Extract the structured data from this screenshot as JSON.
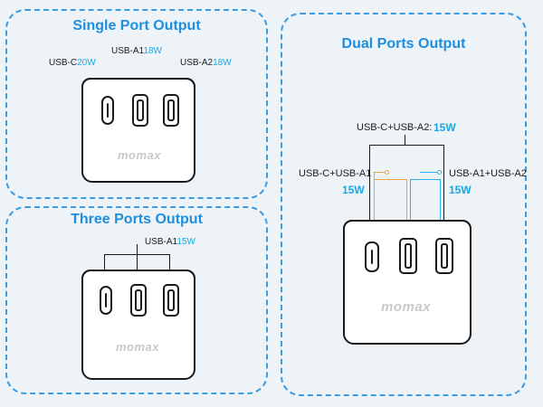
{
  "panels": {
    "single": {
      "title": "Single Port Output",
      "labels": {
        "usbc_name": "USB-C",
        "usbc_watt": "20W",
        "usba1_name": "USB-A1",
        "usba1_watt": "18W",
        "usba2_name": "USB-A2",
        "usba2_watt": "18W"
      }
    },
    "three": {
      "title": "Three Ports Output",
      "labels": {
        "usba1_name": "USB-A1",
        "usba1_watt": "15W"
      }
    },
    "dual": {
      "title": "Dual Ports Output",
      "labels": {
        "c_a2_name": "USB-C+USB-A2:",
        "c_a2_watt": "15W",
        "c_a1_name": "USB-C+USB-A1",
        "c_a1_watt": "15W",
        "a1_a2_name": "USB-A1+USB-A2",
        "a1_a2_watt": "15W"
      }
    }
  },
  "brand": "momax",
  "colors": {
    "accent": "#1e8fdf",
    "watt": "#17a9e6",
    "orange": "#f0a23c",
    "teal": "#2ab3e6"
  }
}
